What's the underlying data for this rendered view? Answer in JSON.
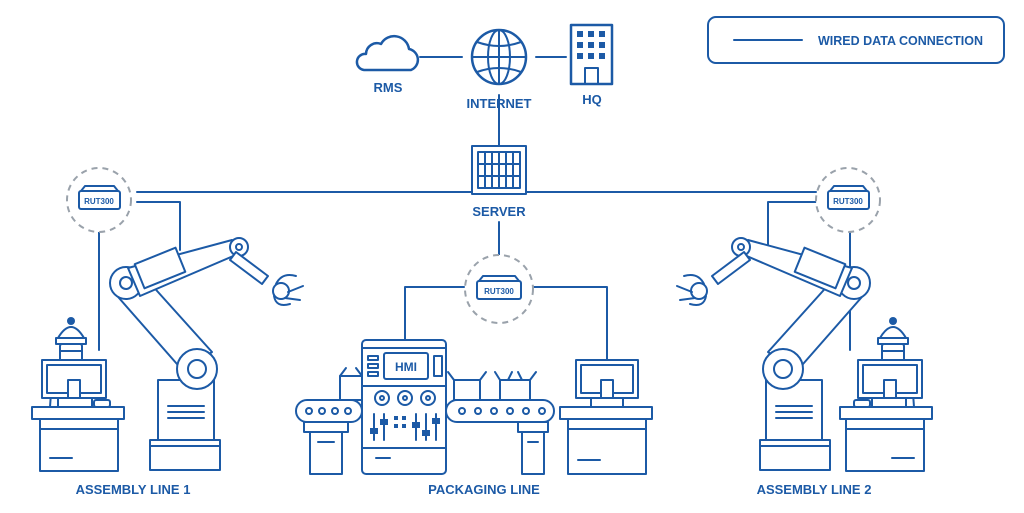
{
  "legend": {
    "label": "WIRED DATA CONNECTION"
  },
  "nodes": {
    "rms": "RMS",
    "internet": "INTERNET",
    "hq": "HQ",
    "server": "SERVER",
    "router_left": "RUT300",
    "router_center": "RUT300",
    "router_right": "RUT300",
    "hmi": "HMI"
  },
  "sections": {
    "assembly_line_1": "ASSEMBLY LINE 1",
    "packaging_line": "PACKAGING LINE",
    "assembly_line_2": "ASSEMBLY LINE 2"
  },
  "colors": {
    "accent": "#1c5aa6",
    "dashed_circle": "#9aa2ab",
    "background": "#ffffff"
  },
  "icons": [
    "cloud-icon",
    "globe-icon",
    "building-icon",
    "server-rack-icon",
    "router-icon",
    "robot-arm-icon",
    "operator-icon",
    "monitor-icon",
    "conveyor-icon",
    "hmi-panel-icon"
  ]
}
